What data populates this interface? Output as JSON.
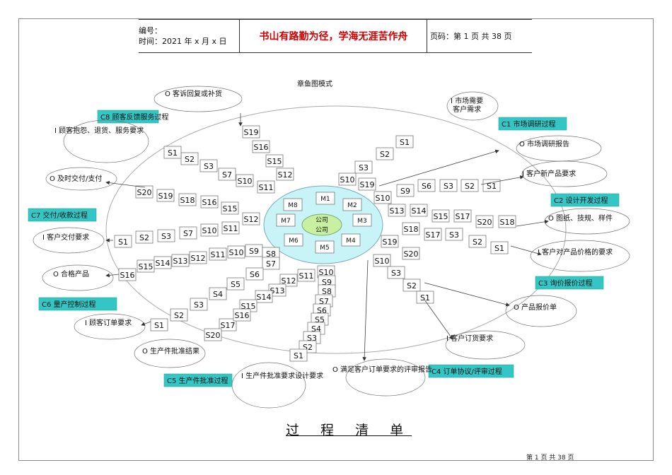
{
  "header": {
    "code_label": "编号：",
    "time_label": "时间：2021 年 x 月 x 日",
    "motto": "书山有路勤为径，学海无涯苦作舟",
    "page_label": "页码：第 1 页  共 38 页"
  },
  "diagram": {
    "title": "章鱼图模式",
    "company": "公司",
    "modules": [
      "M1",
      "M2",
      "M3",
      "M4",
      "M5",
      "M6",
      "M7",
      "M8"
    ],
    "processes": [
      {
        "id": "C1",
        "label": "C1  市场调研过程"
      },
      {
        "id": "C2",
        "label": "C2  设计开发过程"
      },
      {
        "id": "C3",
        "label": "C3  询价报价过程"
      },
      {
        "id": "C4",
        "label": "C4  订单协议/评审过程"
      },
      {
        "id": "C5",
        "label": "C5  生产件批准过程"
      },
      {
        "id": "C6",
        "label": "C6  量产控制过程"
      },
      {
        "id": "C7",
        "label": "C7  交付/收款过程"
      },
      {
        "id": "C8",
        "label": "C8 顾客反馈服务过程"
      }
    ],
    "io_labels": [
      "O 客诉回复或补货",
      "I 顾客抱怨、退货、服务要求",
      "O 及时交付/支付",
      "I 客户交付要求",
      "O 合格产品",
      "I 顾客订单要求",
      "O 生产件批准结果",
      "I 生产件批准要求设计要求",
      "O  满足客户订单要求的评审报告",
      "I 客户订货要求",
      "O 产品报价单",
      "I 客户对产品价格的要求",
      "O  图纸、技规、样件",
      "I 客户新产品要求",
      "O 市场调研报告",
      "I 市场需要\n   客户需求"
    ]
  },
  "footer": {
    "title": "过 程 清 单",
    "page": "第 1 页 共 38 页"
  }
}
